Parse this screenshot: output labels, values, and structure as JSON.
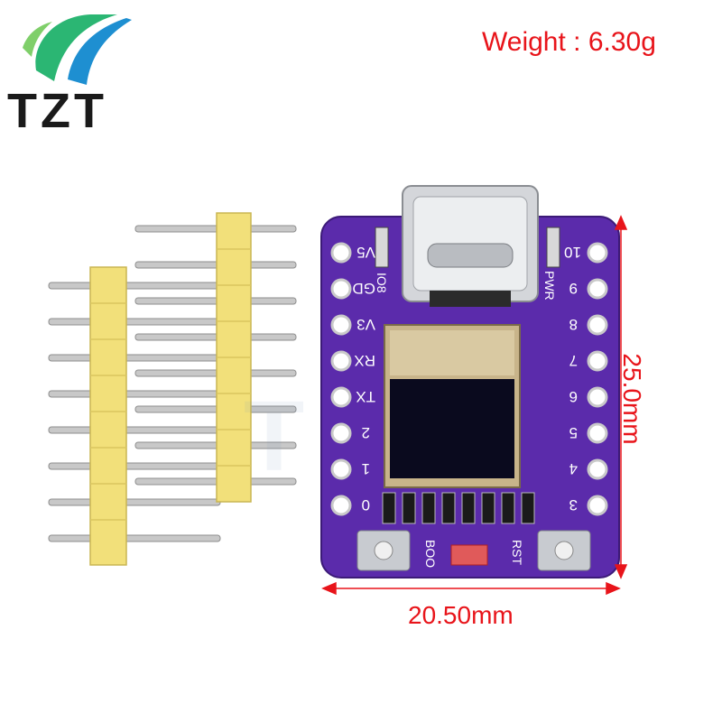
{
  "brand": {
    "logo_text": "TZT"
  },
  "weight_label": "Weight : 6.30g",
  "dimensions": {
    "width": "20.50mm",
    "height": "25.0mm"
  },
  "board": {
    "left_pins": [
      "V5",
      "GD",
      "V3",
      "RX",
      "TX",
      "2",
      "1",
      "0"
    ],
    "right_pins": [
      "10",
      "9",
      "8",
      "7",
      "6",
      "5",
      "4",
      "3"
    ],
    "labels": {
      "io8": "IO8",
      "pwr": "PWR",
      "boot": "BOO",
      "rst": "RST"
    }
  },
  "colors": {
    "board": "#5b2bab",
    "header": "#f2e07a",
    "dimension": "#e8141a",
    "brand_green": "#2bb673",
    "brand_blue": "#1e8fd1"
  }
}
